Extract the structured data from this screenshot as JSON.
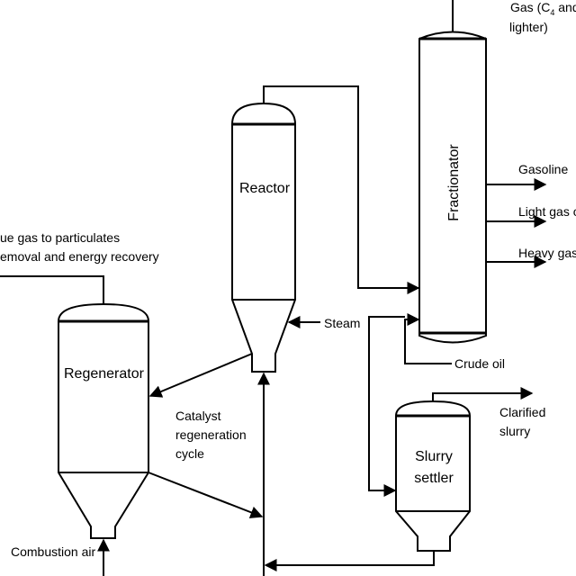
{
  "units": {
    "reactor": "Reactor",
    "fractionator": "Fractionator",
    "regenerator": "Regenerator",
    "slurry_settler": [
      "Slurry",
      "settler"
    ]
  },
  "streams": {
    "gas_top": {
      "prefix": "Gas (C",
      "sub": "4",
      "suffix": " and"
    },
    "gas_top_line2": "lighter)",
    "gasoline": "Gasoline",
    "light_gas_oil": "Light gas o",
    "heavy_gas_oil": "Heavy gas",
    "flue_gas": [
      "ue gas to particulates",
      "emoval and energy recovery"
    ],
    "steam": "Steam",
    "crude_oil": "Crude oil",
    "catalyst_cycle": [
      "Catalyst",
      "regeneration",
      "cycle"
    ],
    "clarified_slurry": [
      "Clarified",
      "slurry"
    ],
    "combustion_air": "Combustion air"
  }
}
